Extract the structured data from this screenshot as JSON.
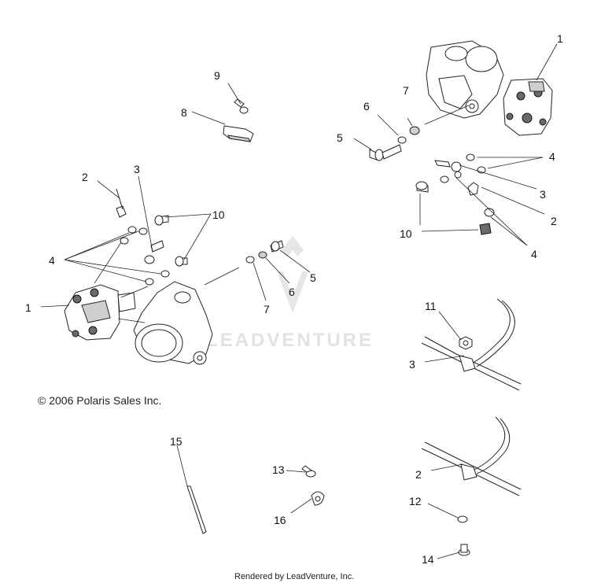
{
  "watermark": "LEADVENTURE",
  "copyright": "© 2006 Polaris Sales Inc.",
  "footer": "Rendered by LeadVenture, Inc.",
  "callouts": {
    "c9": "9",
    "c8": "8",
    "c7_top": "7",
    "c6_top": "6",
    "c5_top": "5",
    "c1_top": "1",
    "c4_top": "4",
    "c3_top": "3",
    "c2_top": "2",
    "c10_top": "10",
    "c4_right": "4",
    "c2_left": "2",
    "c3_left": "3",
    "c10_left": "10",
    "c4_left": "4",
    "c1_left": "1",
    "c5_mid": "5",
    "c6_mid": "6",
    "c7_mid": "7",
    "c11": "11",
    "c3_cable": "3",
    "c15": "15",
    "c13": "13",
    "c16": "16",
    "c2_cable": "2",
    "c12": "12",
    "c14": "14"
  }
}
